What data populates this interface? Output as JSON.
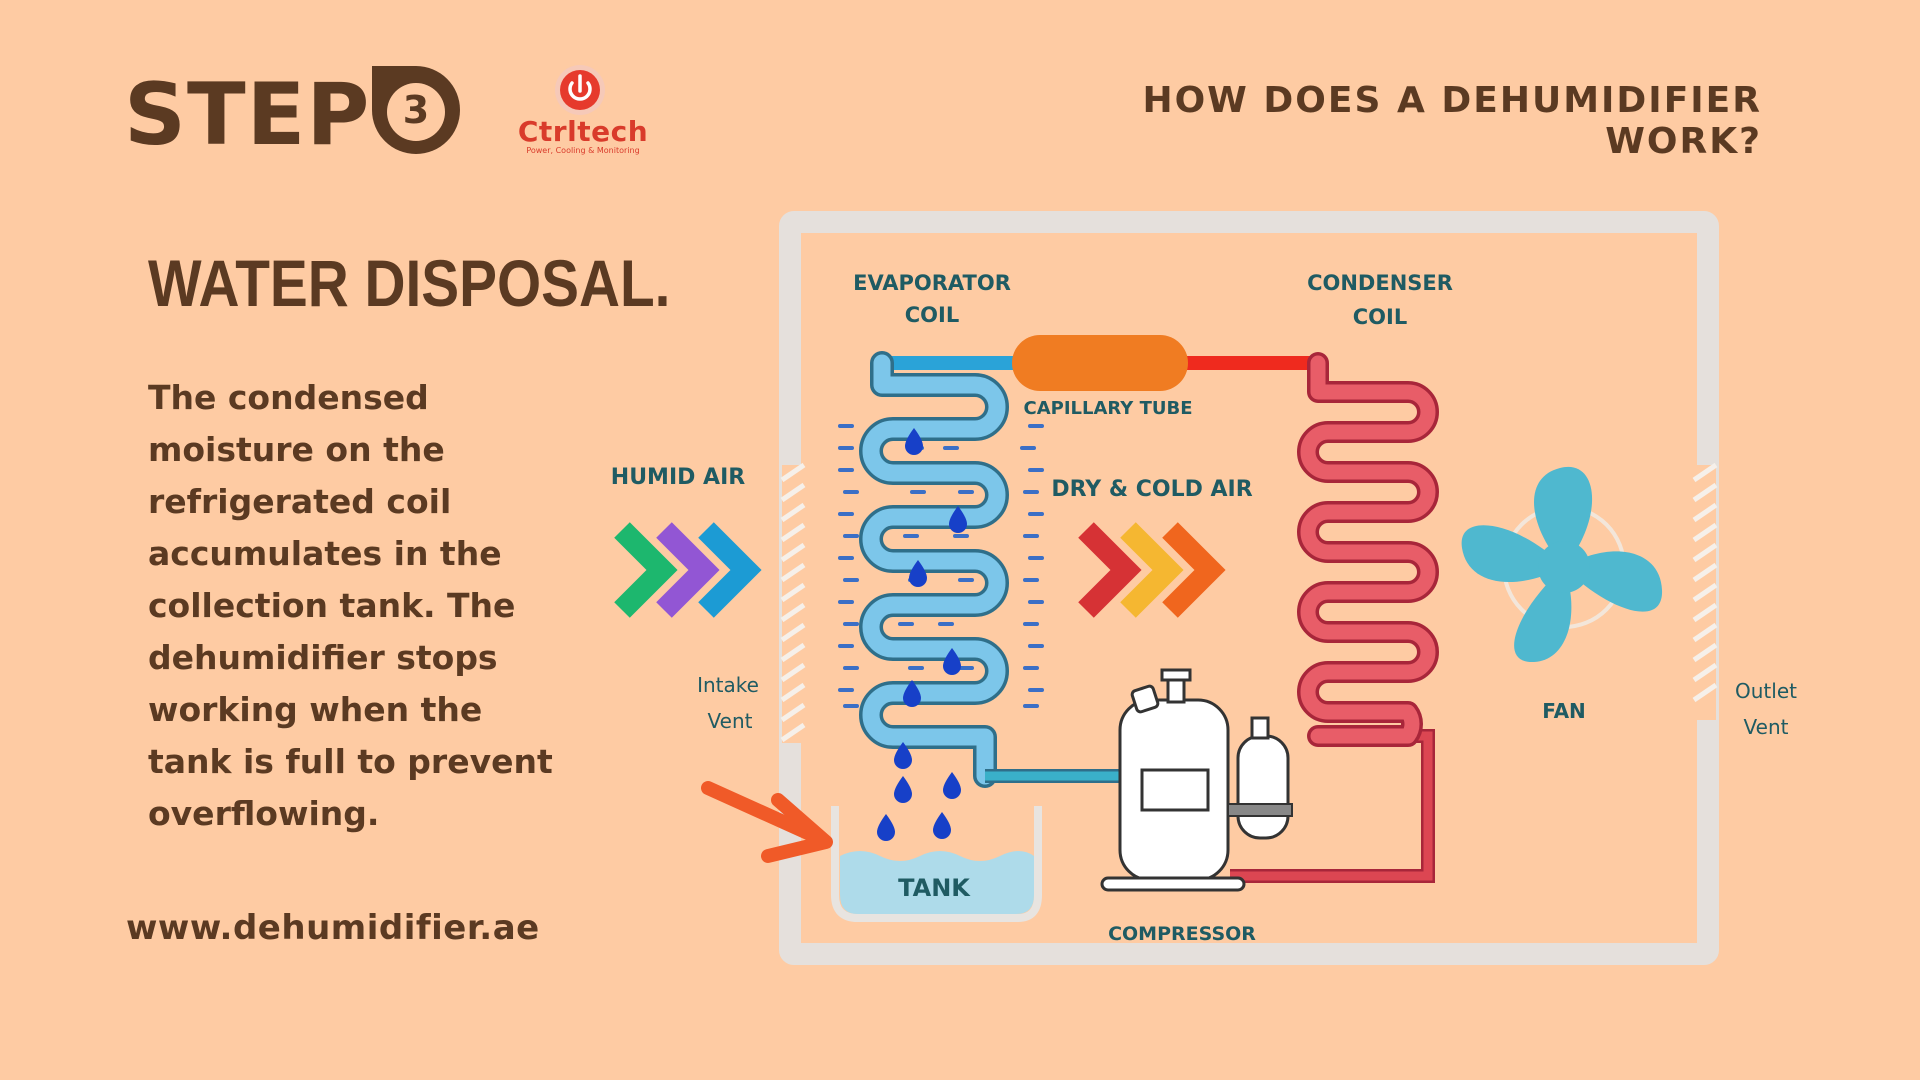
{
  "header": {
    "step_word": "STEP",
    "step_number": "3",
    "brand_name": "Ctrltech",
    "brand_tagline": "Power, Cooling & Monitoring",
    "title": "HOW DOES A DEHUMIDIFIER WORK?"
  },
  "section": {
    "title": "WATER DISPOSAL.",
    "description": "The condensed moisture on the refrigerated coil accumulates in the collection tank. The dehumidifier stops working when the tank is full to prevent overflowing.",
    "website": "www.dehumidifier.ae"
  },
  "diagram": {
    "evaporator_line1": "EVAPORATOR",
    "evaporator_line2": "COIL",
    "condenser_line1": "CONDENSER",
    "condenser_line2": "COIL",
    "capillary_tube": "CAPILLARY TUBE",
    "humid_air": "HUMID AIR",
    "dry_cold_air": "DRY & COLD AIR",
    "intake_line1": "Intake",
    "intake_line2": "Vent",
    "outlet_line1": "Outlet",
    "outlet_line2": "Vent",
    "fan": "FAN",
    "tank": "TANK",
    "compressor": "COMPRESSOR"
  },
  "colors": {
    "background": "#fecba3",
    "text_brown": "#5b3a22",
    "evaporator_blue": "#58b6e0",
    "condenser_red": "#dc4652",
    "capillary_orange": "#f07c22",
    "fan_teal": "#4fb8cf",
    "water_drop": "#1740c8",
    "arrow_orange": "#f05a28"
  },
  "icons": [
    "step-circle-icon",
    "power-logo-icon",
    "fan-icon",
    "compressor-icon",
    "water-drop-icon",
    "chevron-arrow-icon"
  ]
}
